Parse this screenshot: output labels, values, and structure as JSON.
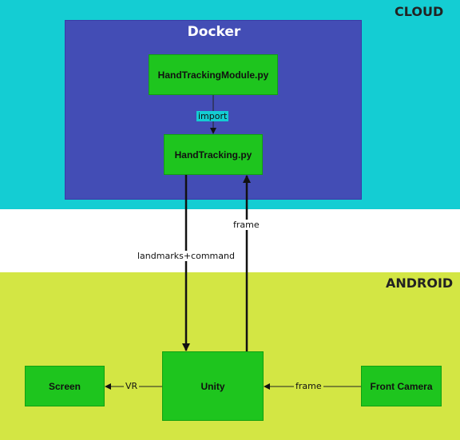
{
  "colors": {
    "cloud": "#14cdd3",
    "middle": "#ffffff",
    "android": "#d3e644",
    "docker": "#434db5",
    "node": "#1ec51e"
  },
  "zones": {
    "cloud": "CLOUD",
    "android": "ANDROID",
    "docker": "Docker"
  },
  "nodes": {
    "module": "HandTrackingModule.py",
    "handtracking": "HandTracking.py",
    "unity": "Unity",
    "screen": "Screen",
    "camera": "Front Camera"
  },
  "edges": {
    "import": "import",
    "landmarks": "landmarks+command",
    "frame_up": "frame",
    "vr": "VR",
    "frame_in": "frame"
  }
}
